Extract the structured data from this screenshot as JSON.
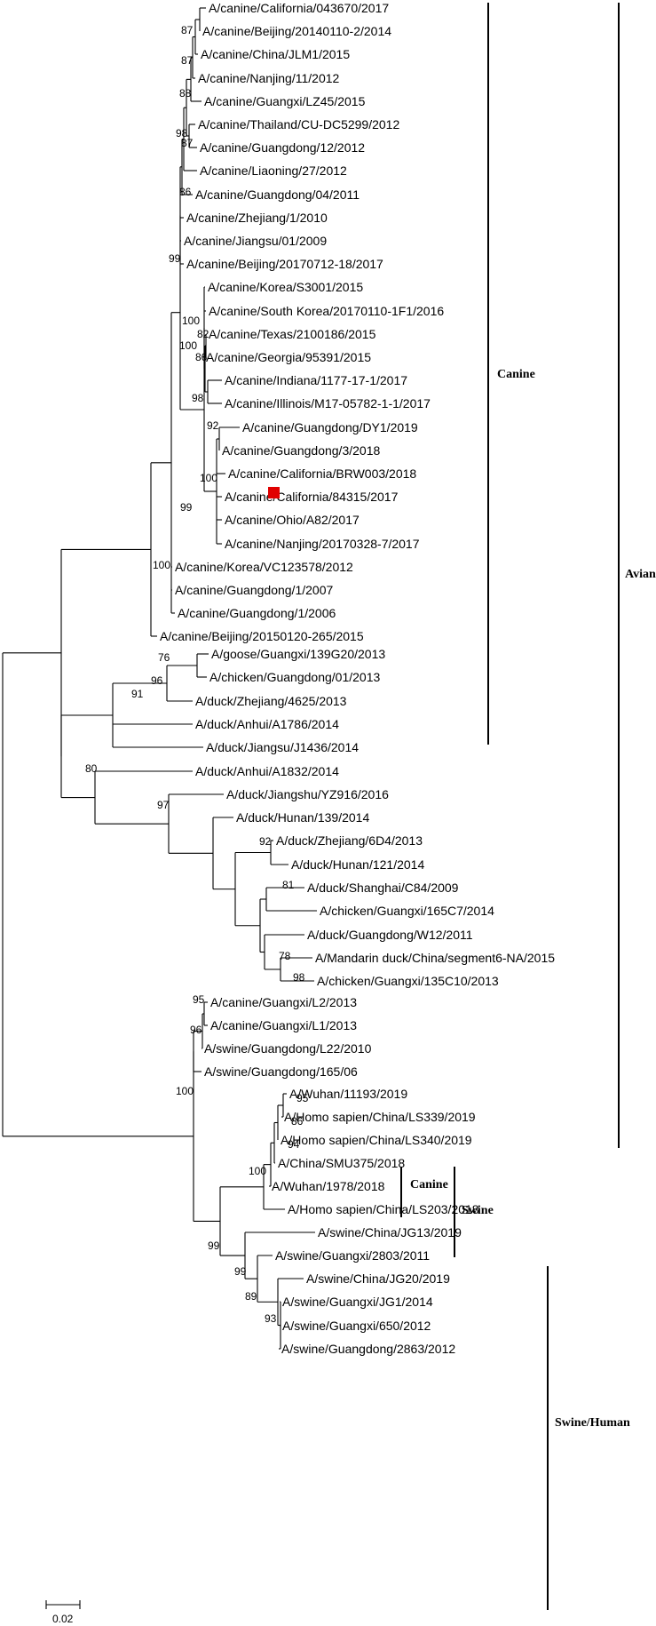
{
  "taxa": [
    "A/canine/California/043670/2017",
    "A/canine/Beijing/20140110-2/2014",
    "A/canine/China/JLM1/2015",
    "A/canine/Nanjing/11/2012",
    "A/canine/Guangxi/LZ45/2015",
    "A/canine/Thailand/CU-DC5299/2012",
    "A/canine/Guangdong/12/2012",
    "A/canine/Liaoning/27/2012",
    "A/canine/Guangdong/04/2011",
    "A/canine/Zhejiang/1/2010",
    "A/canine/Jiangsu/01/2009",
    "A/canine/Beijing/20170712-18/2017",
    "A/canine/Korea/S3001/2015",
    "A/canine/South Korea/20170110-1F1/2016",
    "A/canine/Texas/2100186/2015",
    "A/canine/Georgia/95391/2015",
    "A/canine/Indiana/1177-17-1/2017",
    "A/canine/Illinois/M17-05782-1-1/2017",
    "A/canine/Guangdong/DY1/2019",
    "A/canine/Guangdong/3/2018",
    "A/canine/California/BRW003/2018",
    "A/canine/California/84315/2017",
    "A/canine/Ohio/A82/2017",
    "A/canine/Nanjing/20170328-7/2017",
    "A/canine/Korea/VC123578/2012",
    "A/canine/Guangdong/1/2007",
    "A/canine/Guangdong/1/2006",
    "A/canine/Beijing/20150120-265/2015",
    "A/goose/Guangxi/139G20/2013",
    "A/chicken/Guangdong/01/2013",
    "A/duck/Zhejiang/4625/2013",
    "A/duck/Anhui/A1786/2014",
    "A/duck/Jiangsu/J1436/2014",
    "A/duck/Anhui/A1832/2014",
    "A/duck/Jiangshu/YZ916/2016",
    "A/duck/Hunan/139/2014",
    "A/duck/Zhejiang/6D4/2013",
    "A/duck/Hunan/121/2014",
    "A/duck/Shanghai/C84/2009",
    "A/chicken/Guangxi/165C7/2014",
    "A/duck/Guangdong/W12/2011",
    "A/Mandarin duck/China/segment6-NA/2015",
    "A/chicken/Guangxi/135C10/2013",
    "A/canine/Guangxi/L2/2013",
    "A/canine/Guangxi/L1/2013",
    "A/swine/Guangdong/L22/2010",
    "A/swine/Guangdong/165/06",
    "A/Wuhan/11193/2019",
    "A/Homo sapien/China/LS339/2019",
    "A/Homo sapien/China/LS340/2019",
    "A/China/SMU375/2018",
    "A/Wuhan/1978/2018",
    "A/Homo sapien/China/LS203/2018",
    "A/swine/China/JG13/2019",
    "A/swine/Guangxi/2803/2011",
    "A/swine/China/JG20/2019",
    "A/swine/Guangxi/JG1/2014",
    "A/swine/Guangxi/650/2012",
    "A/swine/Guangdong/2863/2012"
  ],
  "bootstrap": [
    "87",
    "87",
    "88",
    "98",
    "87",
    "86",
    "99",
    "100",
    "82",
    "86",
    "100",
    "98",
    "92",
    "100",
    "99",
    "100",
    "76",
    "96",
    "91",
    "80",
    "97",
    "92",
    "81",
    "78",
    "98",
    "95",
    "96",
    "100",
    "95",
    "86",
    "94",
    "100",
    "99",
    "99",
    "89",
    "93"
  ],
  "groups": {
    "canine_main": "Canine",
    "avian": "Avian",
    "canine_small": "Canine",
    "swine": "Swine",
    "swine_human": "Swine/Human"
  },
  "highlight_color": "#e00000",
  "scale_bar": {
    "label": "0.02"
  }
}
